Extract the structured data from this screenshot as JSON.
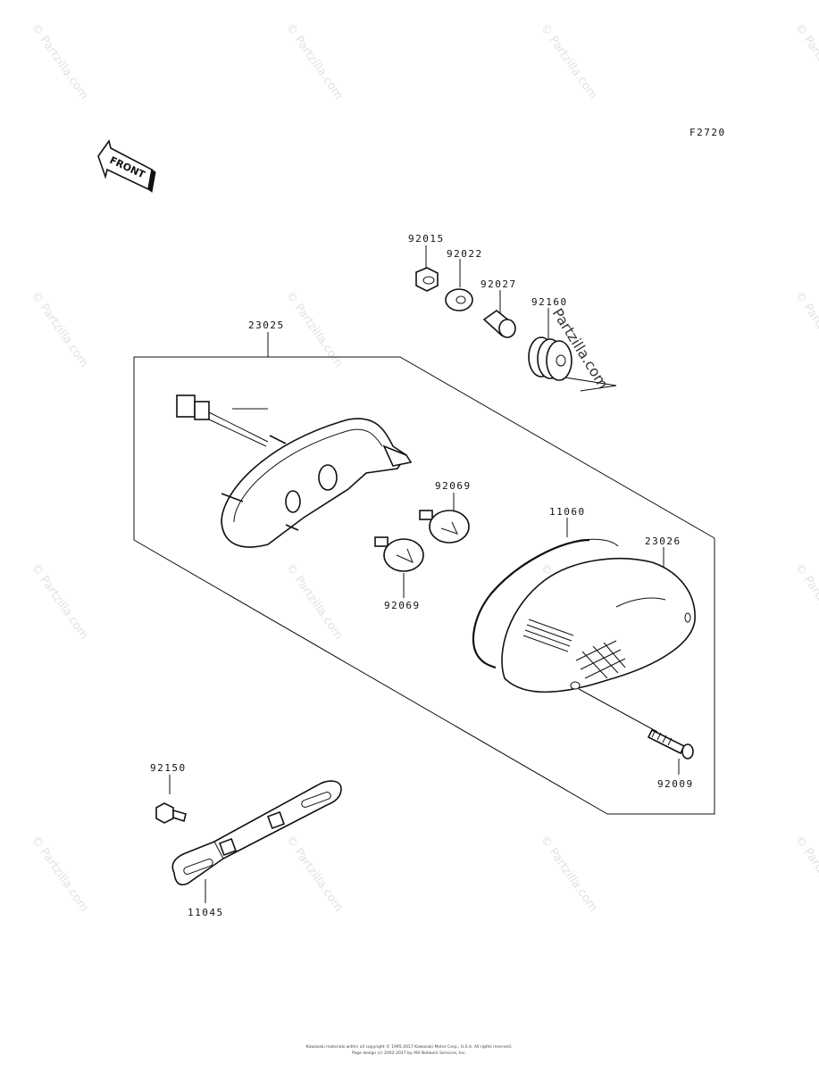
{
  "diagram_code": "F2720",
  "front_label": "FRONT",
  "watermark": "© Partzilla.com",
  "watermark_large": "Partzilla.com",
  "parts": {
    "p23025": "23025",
    "p92015": "92015",
    "p92022": "92022",
    "p92027": "92027",
    "p92160": "92160",
    "p92069a": "92069",
    "p92069b": "92069",
    "p11060": "11060",
    "p23026": "23026",
    "p92009": "92009",
    "p92150": "92150",
    "p11045": "11045"
  },
  "footer": {
    "line1": "Kawasaki materials within all copyright © 1995-2017 Kawasaki Motor Corp., U.S.A. All rights reserved.",
    "line2": "Page design (c) 2002-2017 by ARI Network Services, Inc."
  }
}
